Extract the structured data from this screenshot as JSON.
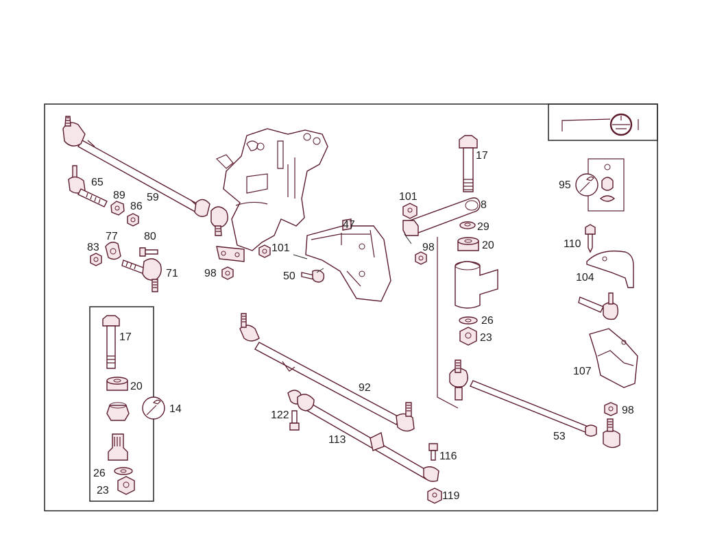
{
  "diagram": {
    "colors": {
      "line": "#5a1a2a",
      "fill": "#f6e6ea",
      "frame": "#222222",
      "text": "#1a1a2a"
    },
    "icons": {
      "logo": "steering-wheel-symbol-icon",
      "tool": "wrench-icon"
    },
    "callouts": {
      "p17a": "17",
      "p8": "8",
      "p29": "29",
      "p20a": "20",
      "p101a": "101",
      "p98a": "98",
      "p26a": "26",
      "p23a": "23",
      "p47": "47",
      "p101b": "101",
      "p98b": "98",
      "p50": "50",
      "p59": "59",
      "p65": "65",
      "p89": "89",
      "p86": "86",
      "p77": "77",
      "p80": "80",
      "p83": "83",
      "p71": "71",
      "p95": "95",
      "p110": "110",
      "p104": "104",
      "p107": "107",
      "p98c": "98",
      "p53": "53",
      "p92": "92",
      "p122": "122",
      "p113": "113",
      "p116": "116",
      "p119": "119",
      "p17b": "17",
      "p20b": "20",
      "p14": "14",
      "p26b": "26",
      "p23b": "23"
    }
  }
}
